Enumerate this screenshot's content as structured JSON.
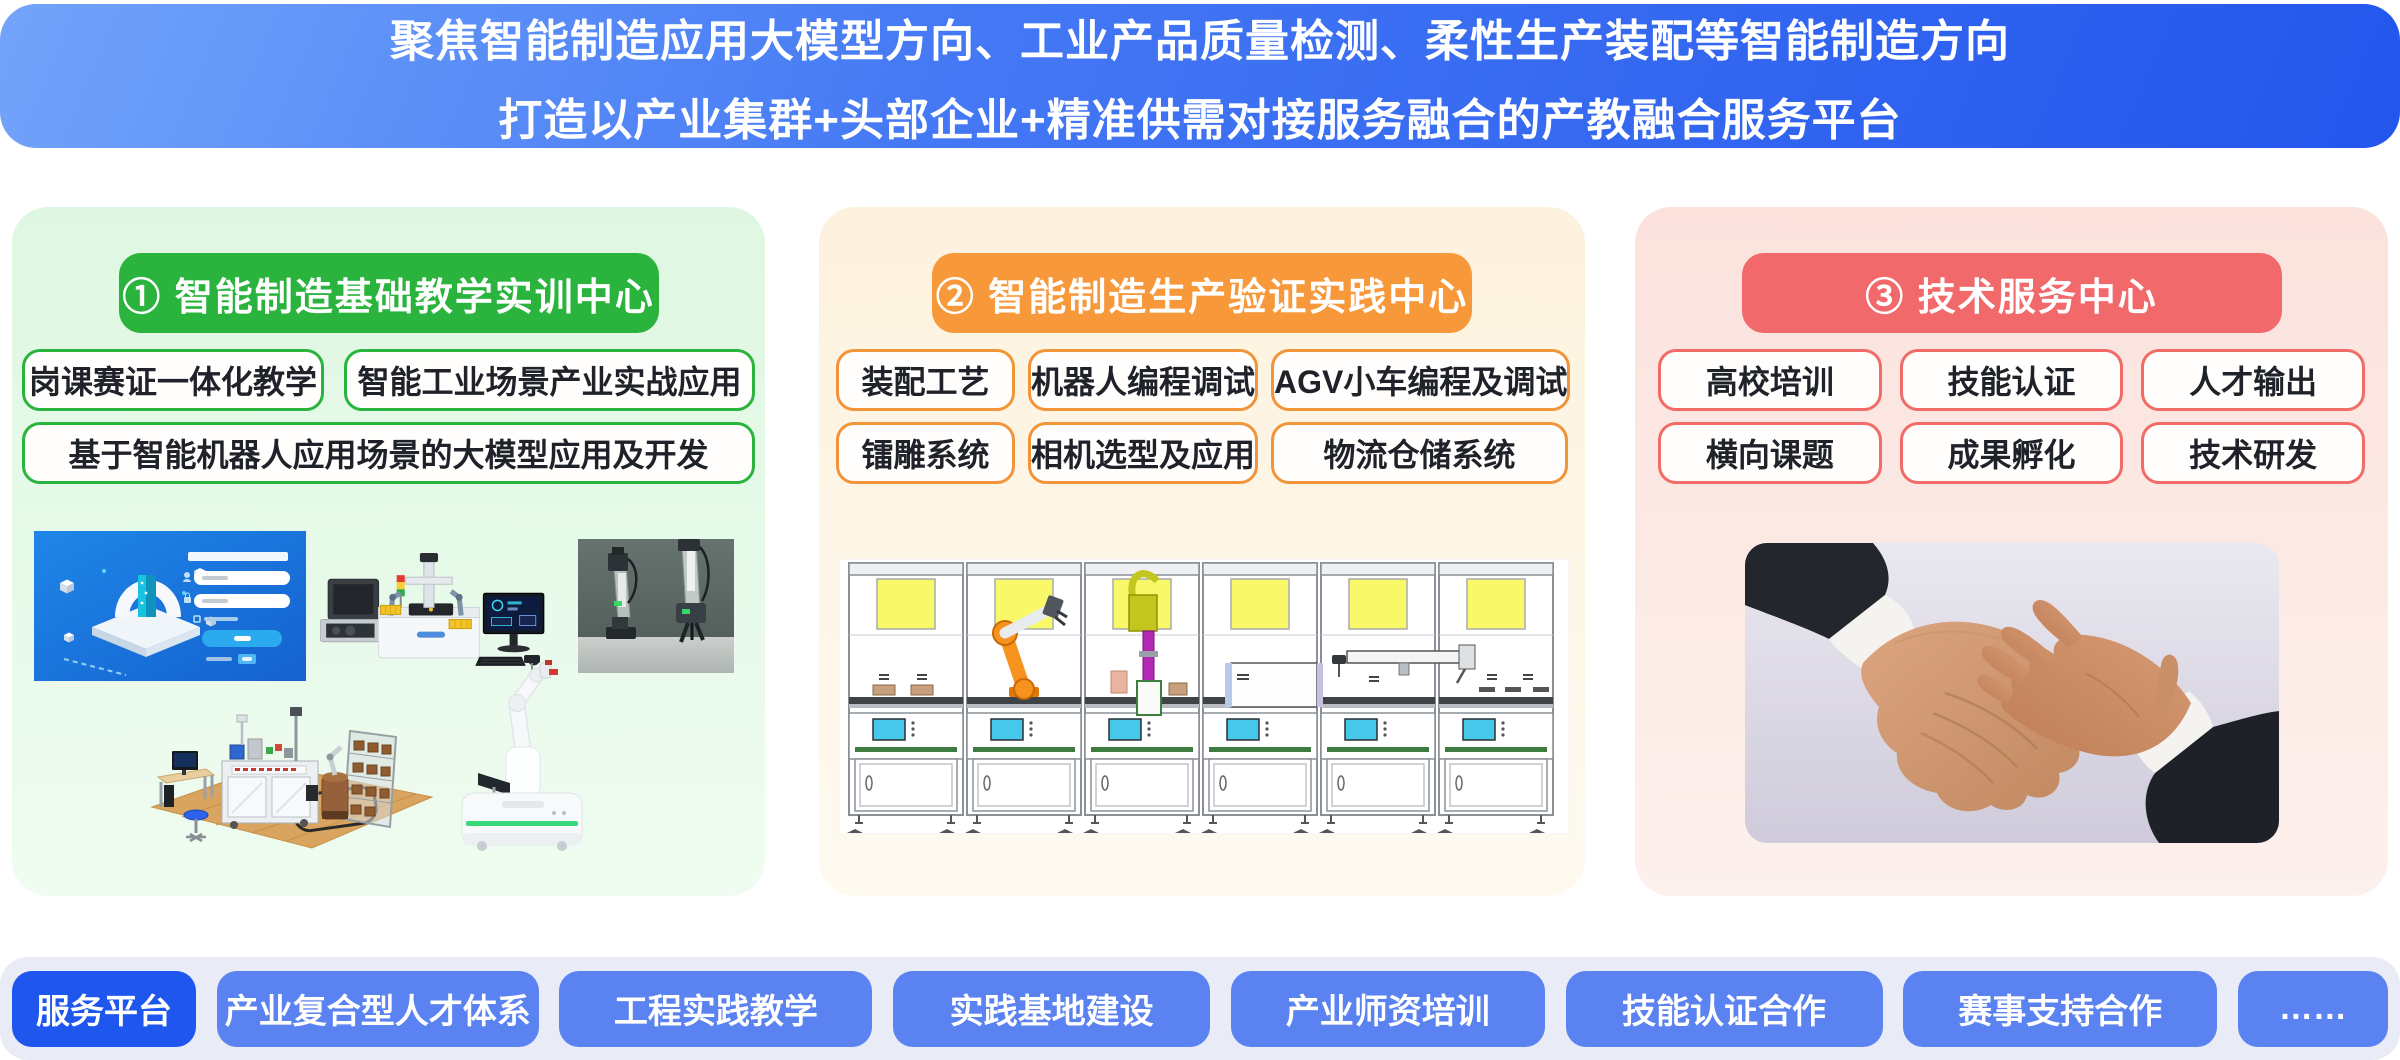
{
  "banner": {
    "line1": "聚焦智能制造应用大模型方向、工业产品质量检测、柔性生产装配等智能制造方向",
    "line2": "打造以产业集群+头部企业+精准供需对接服务融合的产教融合服务平台"
  },
  "cards": [
    {
      "title": "① 智能制造基础教学实训中心",
      "accent": "#2AB43D",
      "items": [
        "岗课赛证一体化教学",
        "智能工业场景产业实战应用",
        "基于智能机器人应用场景的大模型应用及开发"
      ],
      "images": [
        "login-platform-screenshot",
        "benchtop-training-equipment-photo",
        "dual-robot-arms-photo",
        "training-cell-with-agv-photo",
        "mobile-manipulator-robot-photo"
      ]
    },
    {
      "title": "② 智能制造生产验证实践中心",
      "accent": "#F7993B",
      "items": [
        "装配工艺",
        "机器人编程调试",
        "AGV小车编程及调试",
        "镭雕系统",
        "相机选型及应用",
        "物流仓储系统"
      ],
      "images": [
        "assembly-production-line-diagram"
      ]
    },
    {
      "title": "③ 技术服务中心",
      "accent": "#F2696B",
      "items": [
        "高校培训",
        "技能认证",
        "人才输出",
        "横向课题",
        "成果孵化",
        "技术研发"
      ],
      "images": [
        "handshake-photo"
      ]
    }
  ],
  "footer": {
    "items": [
      {
        "label": "服务平台",
        "active": true
      },
      {
        "label": "产业复合型人才体系",
        "active": false
      },
      {
        "label": "工程实践教学",
        "active": false
      },
      {
        "label": "实践基地建设",
        "active": false
      },
      {
        "label": "产业师资培训",
        "active": false
      },
      {
        "label": "技能认证合作",
        "active": false
      },
      {
        "label": "赛事支持合作",
        "active": false
      },
      {
        "label": "……",
        "active": false
      }
    ]
  },
  "colors": {
    "banner_gradient_start": "#72A4FA",
    "banner_gradient_end": "#2356EC",
    "green_accent": "#2AB43D",
    "orange_accent": "#F7993B",
    "coral_accent": "#F2696B",
    "footer_bar_bg": "#E9ECF7",
    "footer_active_blue": "#1E56EE",
    "footer_blue": "#5A82F0",
    "page_background": "#FFFFFF"
  }
}
